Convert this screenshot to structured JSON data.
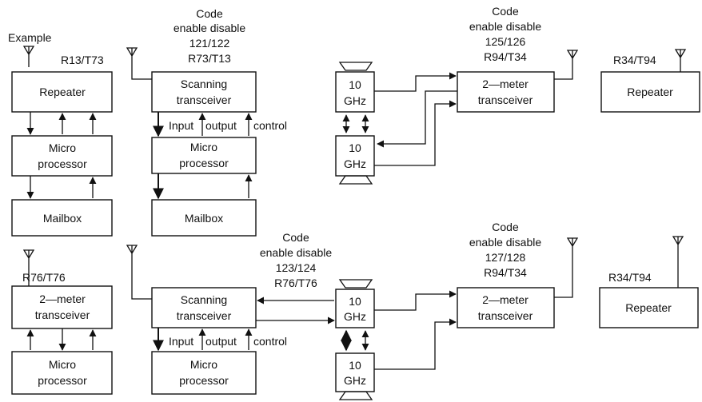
{
  "diagram": {
    "labels": {
      "example": "Example",
      "tl_freq": "R13/T73",
      "code1_title": "Code",
      "code1_sub": "enable disable",
      "code1_codes": "121/122",
      "code1_freq": "R73/T13",
      "code2_title": "Code",
      "code2_sub": "enable disable",
      "code2_codes": "125/126",
      "code2_freq": "R94/T34",
      "tr_freq": "R34/T94",
      "bl_freq": "R76/T76",
      "code3_title": "Code",
      "code3_sub": "enable disable",
      "code3_codes": "123/124",
      "code3_freq": "R76/T76",
      "code4_title": "Code",
      "code4_sub": "enable disable",
      "code4_codes": "127/128",
      "code4_freq": "R94/T34",
      "br_freq": "R34/T94",
      "input1": "Input",
      "output1": "output",
      "control1": "control",
      "input2": "Input",
      "output2": "output",
      "control2": "control"
    },
    "boxes": {
      "repeater_tl": "Repeater",
      "micro_tl_1": "Micro",
      "micro_tl_2": "processor",
      "mailbox_tl": "Mailbox",
      "scan_top_1": "Scanning",
      "scan_top_2": "transceiver",
      "micro_top_1": "Micro",
      "micro_top_2": "processor",
      "mailbox_top": "Mailbox",
      "ghz_a_1": "10",
      "ghz_a_2": "GHz",
      "ghz_b_1": "10",
      "ghz_b_2": "GHz",
      "twom_top_1": "2—meter",
      "twom_top_2": "transceiver",
      "repeater_tr": "Repeater",
      "twom_bl_1": "2—meter",
      "twom_bl_2": "transceiver",
      "micro_bl_1": "Micro",
      "micro_bl_2": "processor",
      "scan_bot_1": "Scanning",
      "scan_bot_2": "transceiver",
      "micro_bot_1": "Micro",
      "micro_bot_2": "processor",
      "ghz_c_1": "10",
      "ghz_c_2": "GHz",
      "ghz_d_1": "10",
      "ghz_d_2": "GHz",
      "twom_bot_1": "2—meter",
      "twom_bot_2": "transceiver",
      "repeater_br": "Repeater"
    }
  }
}
